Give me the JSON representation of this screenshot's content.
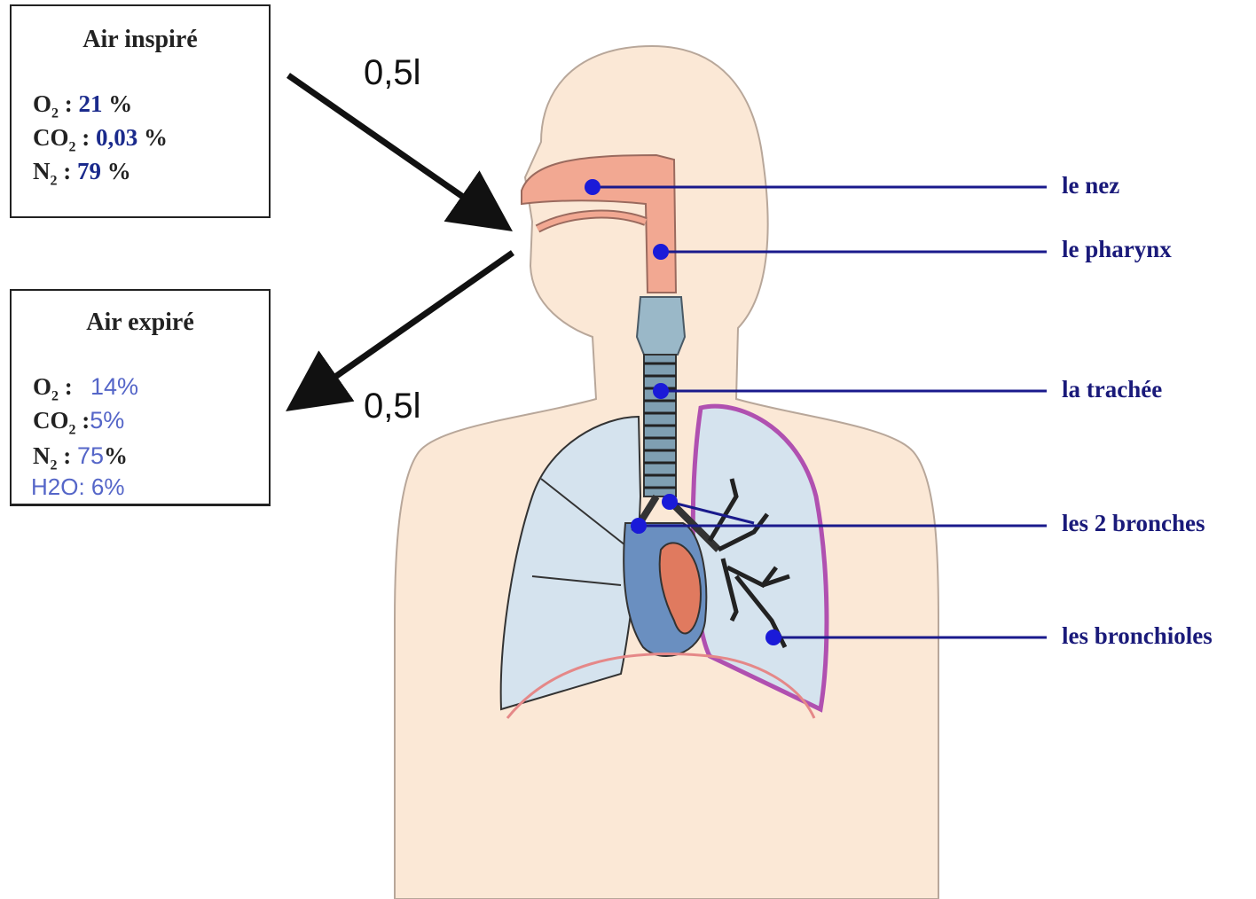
{
  "inspired": {
    "title": "Air inspiré",
    "rows": [
      {
        "gas": "O",
        "sub": "2",
        "sep": " : ",
        "value": "21",
        "unit": " %"
      },
      {
        "gas": "CO",
        "sub": "2",
        "sep": " : ",
        "value": "0,03",
        "unit": " %"
      },
      {
        "gas": "N",
        "sub": "2",
        "sep": " : ",
        "value": "79",
        "unit": " %"
      }
    ]
  },
  "expired": {
    "title": "Air expiré",
    "rows": [
      {
        "gas": "O",
        "sub": "2",
        "sep": " :   ",
        "value": "14%",
        "unit": ""
      },
      {
        "gas": "CO",
        "sub": "2",
        "sep": " :",
        "value": "5%",
        "unit": ""
      },
      {
        "gas": "N",
        "sub": "2",
        "sep": " : ",
        "value": "75",
        "unit": "%"
      }
    ],
    "extra": "H2O: 6%"
  },
  "volume_in": "0,5l",
  "volume_out": "0,5l",
  "labels": {
    "nose": "le nez",
    "pharynx": "le pharynx",
    "trachea": "la trachée",
    "bronchi": "les 2 bronches",
    "bronchioles": "les bronchioles"
  },
  "colors": {
    "skin": "#fbe8d6",
    "label_line": "#1a1a8c",
    "marker": "#1a1ad8",
    "lung": "#d5e3ee",
    "airway": "#f0a890"
  }
}
